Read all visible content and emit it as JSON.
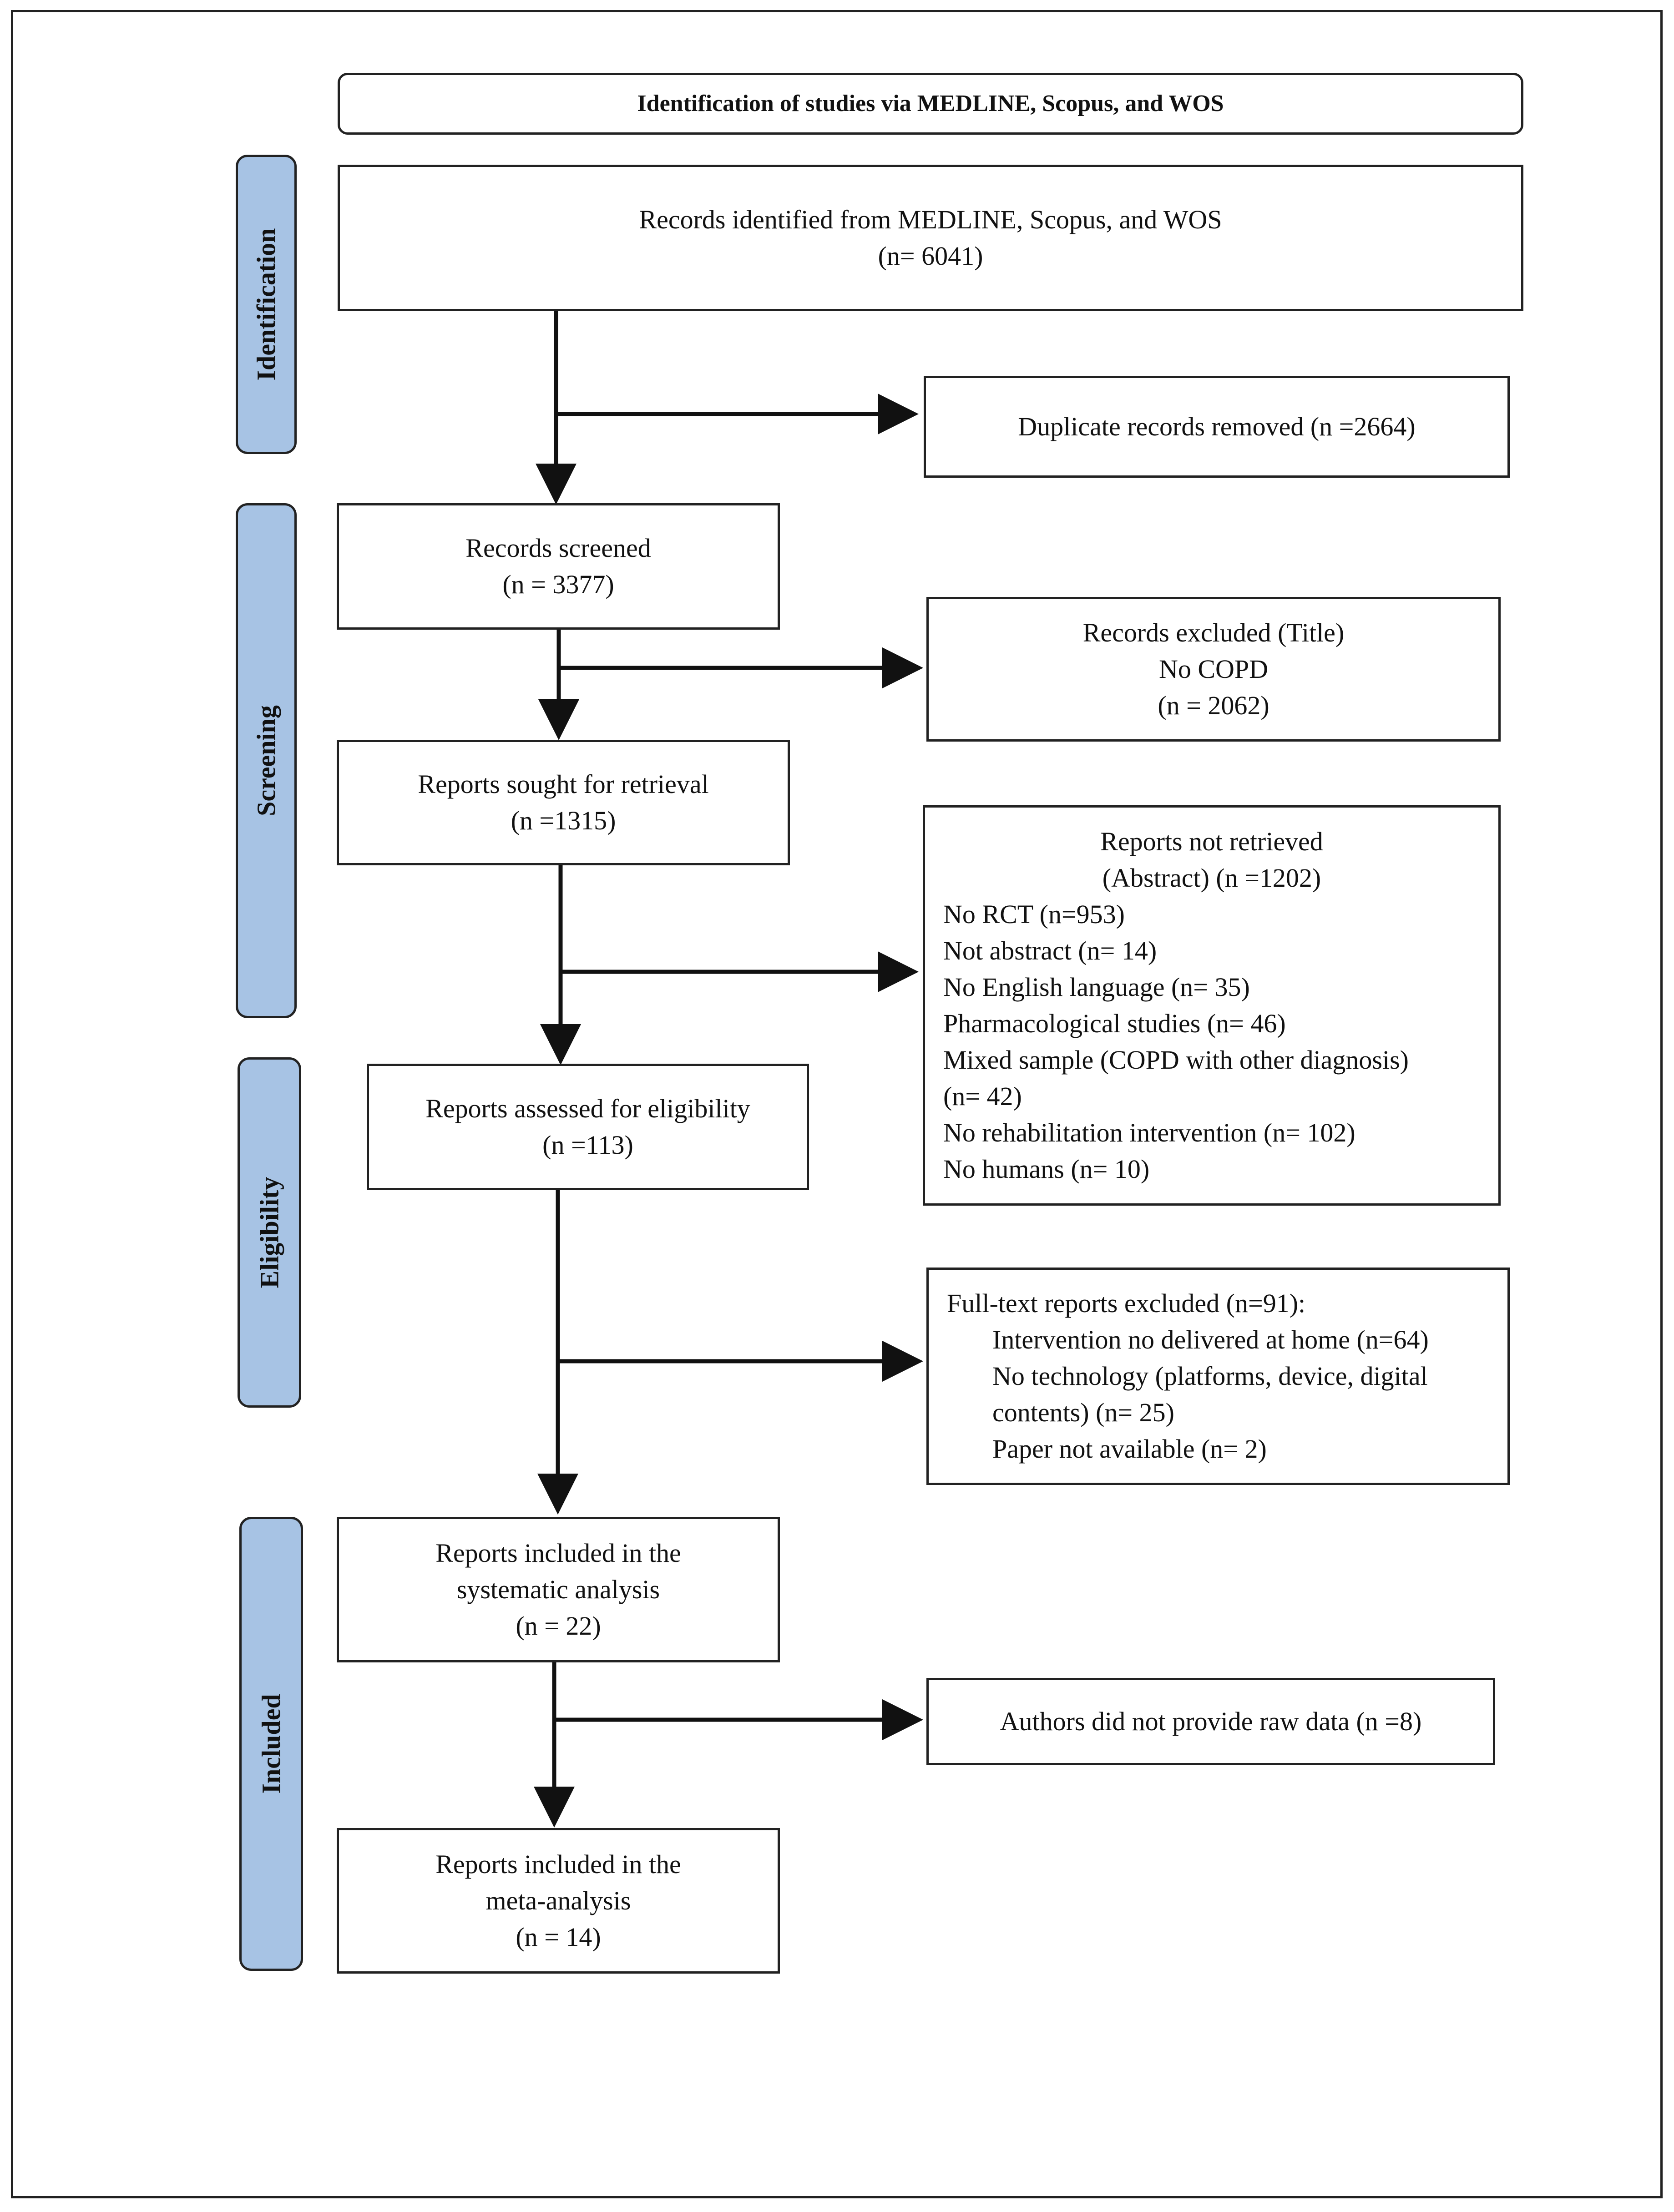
{
  "header": {
    "title": "Identification of studies via MEDLINE, Scopus, and WOS"
  },
  "stages": {
    "identification": "Identification",
    "screening": "Screening",
    "eligibility": "Eligibility",
    "included": "Included"
  },
  "boxes": {
    "records_identified": {
      "line1": "Records identified from MEDLINE, Scopus, and WOS",
      "line2": "(n= 6041)"
    },
    "duplicates_removed": {
      "line1": "Duplicate records removed (n =2664)"
    },
    "records_screened": {
      "line1": "Records screened",
      "line2": "(n = 3377)"
    },
    "records_excluded": {
      "line1": "Records excluded (Title)",
      "line2": "No COPD",
      "line3": "(n = 2062)"
    },
    "reports_sought": {
      "line1": "Reports sought for retrieval",
      "line2": "(n =1315)"
    },
    "reports_not_retrieved": {
      "line1": "Reports not retrieved",
      "line2": "(Abstract) (n =1202)",
      "items": [
        "No RCT (n=953)",
        "Not abstract (n= 14)",
        "No English language (n= 35)",
        "Pharmacological studies (n= 46)",
        "Mixed sample (COPD with other diagnosis)",
        "(n= 42)",
        "No rehabilitation intervention (n= 102)",
        "No humans (n= 10)"
      ]
    },
    "reports_assessed": {
      "line1": "Reports assessed for eligibility",
      "line2": "(n =113)"
    },
    "fulltext_excluded": {
      "line1": "Full-text reports excluded (n=91):",
      "items": [
        "Intervention no delivered at home (n=64)",
        "No technology (platforms, device, digital",
        "contents) (n= 25)",
        "Paper not available (n= 2)"
      ]
    },
    "included_systematic": {
      "line1": "Reports included in the",
      "line2": "systematic analysis",
      "line3": "(n = 22)"
    },
    "no_raw_data": {
      "line1": "Authors did not provide raw data (n =8)"
    },
    "included_meta": {
      "line1": "Reports included in the",
      "line2": "meta-analysis",
      "line3": "(n = 14)"
    }
  }
}
